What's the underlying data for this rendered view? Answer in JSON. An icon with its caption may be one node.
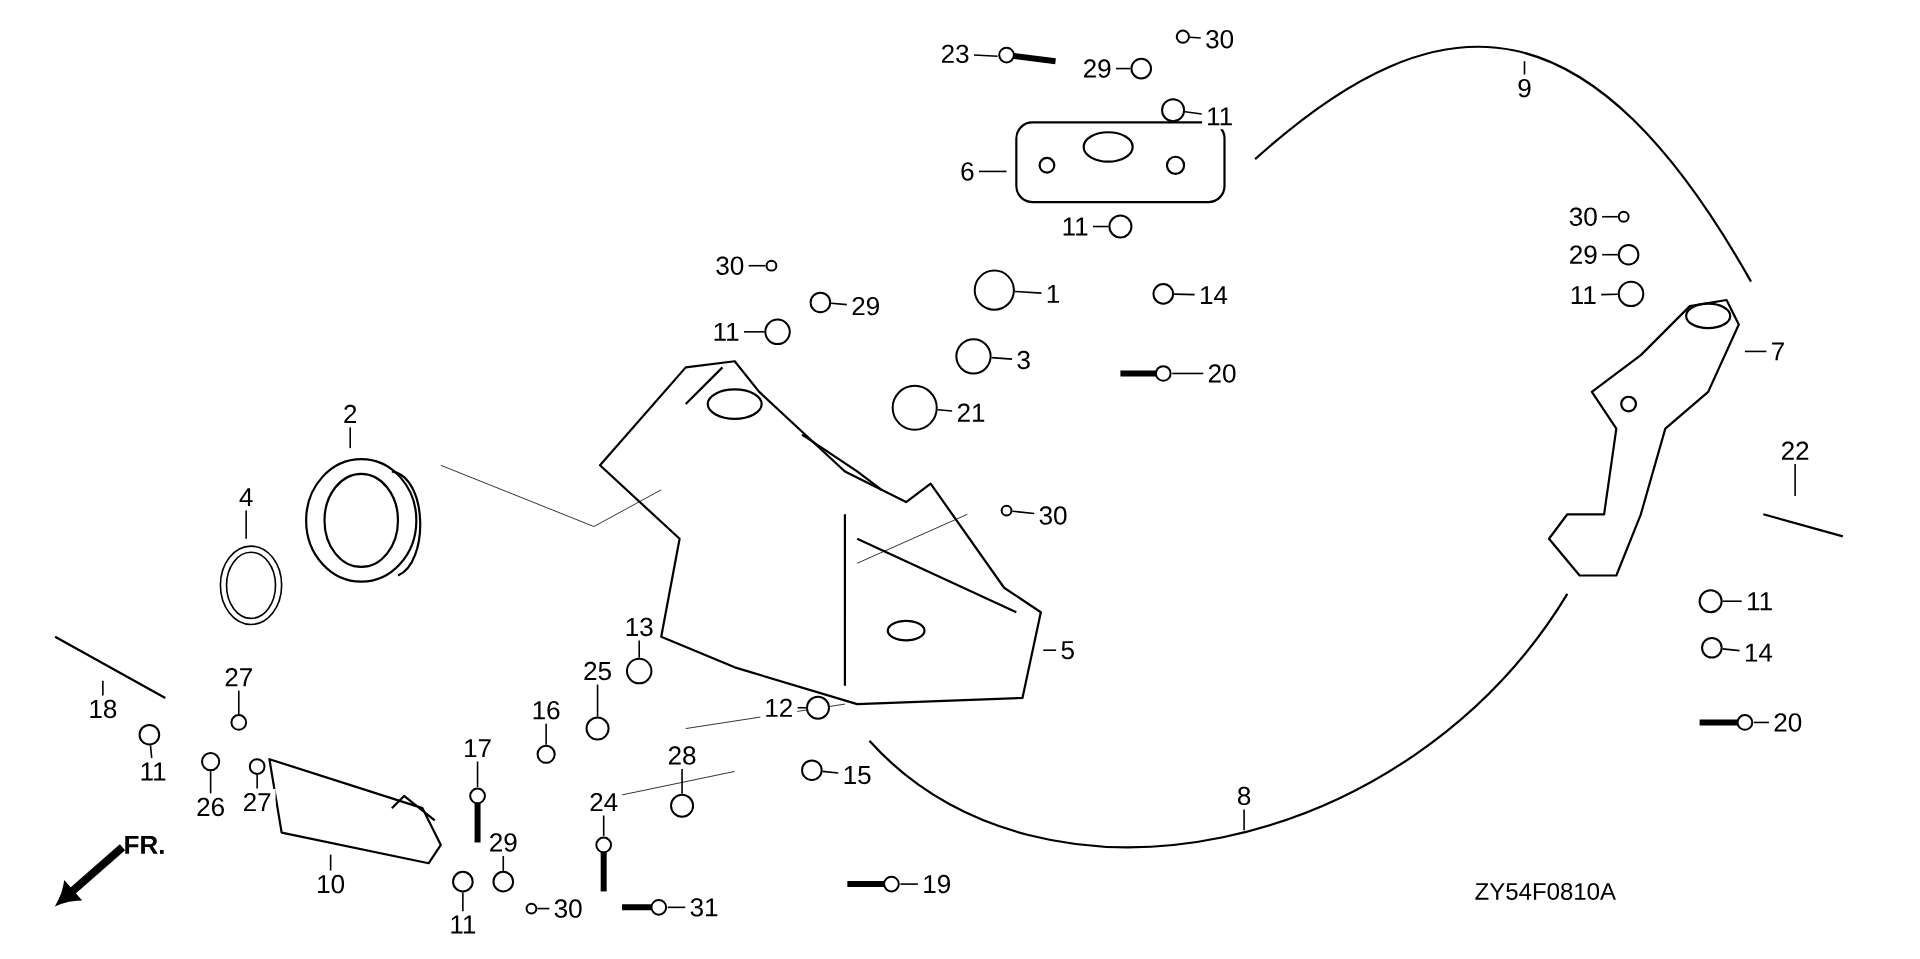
{
  "diagram": {
    "nodes": [
      {
        "text": [
          "23"
        ]
      },
      {
        "text": [
          "29"
        ]
      },
      {
        "text": [
          "30"
        ]
      },
      {
        "text": [
          "11"
        ]
      },
      {
        "text": [
          "9"
        ]
      },
      {
        "text": [
          "6"
        ]
      },
      {
        "text": [
          "11"
        ]
      },
      {
        "text": [
          "14"
        ]
      },
      {
        "text": [
          "1"
        ]
      },
      {
        "text": [
          "3"
        ]
      },
      {
        "text": [
          "20"
        ]
      },
      {
        "text": [
          "21"
        ]
      },
      {
        "text": [
          "30"
        ]
      },
      {
        "text": [
          "29"
        ]
      },
      {
        "text": [
          "11"
        ]
      },
      {
        "text": [
          "2"
        ]
      },
      {
        "text": [
          "4"
        ]
      },
      {
        "text": [
          "30"
        ]
      },
      {
        "text": [
          "30"
        ]
      },
      {
        "text": [
          "29"
        ]
      },
      {
        "text": [
          "11"
        ]
      },
      {
        "text": [
          "7"
        ]
      },
      {
        "text": [
          "22"
        ]
      },
      {
        "text": [
          "11"
        ]
      },
      {
        "text": [
          "14"
        ]
      },
      {
        "text": [
          "20"
        ]
      },
      {
        "text": [
          "5"
        ]
      },
      {
        "text": [
          "13"
        ]
      },
      {
        "text": [
          "12"
        ]
      },
      {
        "text": [
          "25"
        ]
      },
      {
        "text": [
          "16"
        ]
      },
      {
        "text": [
          "18"
        ]
      },
      {
        "text": [
          "27"
        ]
      },
      {
        "text": [
          "11"
        ]
      },
      {
        "text": [
          "26"
        ]
      },
      {
        "text": [
          "27"
        ]
      },
      {
        "text": [
          "17"
        ]
      },
      {
        "text": [
          "28"
        ]
      },
      {
        "text": [
          "15"
        ]
      },
      {
        "text": [
          "24"
        ]
      },
      {
        "text": [
          "8"
        ]
      },
      {
        "text": [
          "10"
        ]
      },
      {
        "text": [
          "29"
        ]
      },
      {
        "text": [
          "19"
        ]
      },
      {
        "text": [
          "11"
        ]
      },
      {
        "text": [
          "30"
        ]
      },
      {
        "text": [
          "31"
        ]
      },
      {
        "text": [],
        "shape": "circle"
      },
      {
        "text": [],
        "shape": "circle"
      },
      {
        "text": [],
        "shape": "circle"
      },
      {
        "text": [],
        "shape": "circle"
      },
      {
        "text": [],
        "shape": "circle"
      },
      {
        "text": [],
        "shape": "picture"
      },
      {
        "text": [],
        "shape": "circle"
      },
      {
        "text": [],
        "shape": "circle"
      },
      {
        "text": [],
        "shape": "circle"
      },
      {
        "text": [],
        "shape": "circle"
      },
      {
        "text": [],
        "shape": "picture"
      },
      {
        "text": [],
        "shape": "picture"
      },
      {
        "text": [],
        "shape": "circle"
      },
      {
        "text": [],
        "shape": "circle"
      },
      {
        "text": [],
        "shape": "circle"
      },
      {
        "text": [],
        "shape": "circle"
      },
      {
        "text": [],
        "shape": "circle"
      },
      {
        "text": [],
        "shape": "circle"
      },
      {
        "text": [],
        "shape": "circle"
      },
      {
        "text": [],
        "shape": "picture"
      },
      {
        "text": [],
        "shape": "circle"
      },
      {
        "text": [],
        "shape": "circle"
      },
      {
        "text": [],
        "shape": "circle"
      },
      {
        "text": [],
        "shape": "circle"
      },
      {
        "text": [],
        "shape": "picture"
      },
      {
        "text": [],
        "shape": "circle"
      },
      {
        "text": [],
        "shape": "circle"
      },
      {
        "text": [],
        "shape": "picture"
      },
      {
        "text": [],
        "shape": "circle"
      },
      {
        "text": [],
        "shape": "circle"
      },
      {
        "text": [],
        "shape": "circle"
      },
      {
        "text": [],
        "shape": "circle"
      },
      {
        "text": [],
        "shape": "circle"
      },
      {
        "text": [],
        "shape": "circle"
      },
      {
        "text": [],
        "shape": "circle"
      },
      {
        "text": [],
        "shape": "circle"
      },
      {
        "text": [],
        "shape": "picture"
      }
    ],
    "edges": [
      {
        "from": 0,
        "to": 71,
        "arrow": "none"
      },
      {
        "from": 1,
        "to": 73,
        "arrow": "none"
      },
      {
        "from": 2,
        "to": 77,
        "arrow": "none"
      },
      {
        "from": 3,
        "to": 76,
        "arrow": "none"
      },
      {
        "from": 4,
        "to": null,
        "arrow": "none"
      },
      {
        "from": 5,
        "to": null,
        "arrow": "none"
      },
      {
        "from": 6,
        "to": 72,
        "arrow": "none"
      },
      {
        "from": 7,
        "to": 75,
        "arrow": "none"
      },
      {
        "from": 8,
        "to": 69,
        "arrow": "none"
      },
      {
        "from": 9,
        "to": 68,
        "arrow": "none"
      },
      {
        "from": 10,
        "to": 74,
        "arrow": "none"
      },
      {
        "from": 11,
        "to": 67,
        "arrow": "none"
      },
      {
        "from": 12,
        "to": 61,
        "arrow": "none"
      },
      {
        "from": 13,
        "to": 65,
        "arrow": "none"
      },
      {
        "from": 14,
        "to": 62,
        "arrow": "none"
      },
      {
        "from": 15,
        "to": null,
        "arrow": "none"
      },
      {
        "from": 16,
        "to": null,
        "arrow": "none"
      },
      {
        "from": 17,
        "to": 70,
        "arrow": "none"
      },
      {
        "from": 18,
        "to": 78,
        "arrow": "none"
      },
      {
        "from": 19,
        "to": 79,
        "arrow": "none"
      },
      {
        "from": 20,
        "to": 80,
        "arrow": "none"
      },
      {
        "from": 21,
        "to": null,
        "arrow": "none"
      },
      {
        "from": 22,
        "to": null,
        "arrow": "none"
      },
      {
        "from": 23,
        "to": 81,
        "arrow": "none"
      },
      {
        "from": 24,
        "to": 82,
        "arrow": "none"
      },
      {
        "from": 25,
        "to": 83,
        "arrow": "none"
      },
      {
        "from": 26,
        "to": null,
        "arrow": "none"
      },
      {
        "from": 27,
        "to": 59,
        "arrow": "none"
      },
      {
        "from": 28,
        "to": 64,
        "arrow": "none"
      },
      {
        "from": 29,
        "to": 56,
        "arrow": "none"
      },
      {
        "from": 30,
        "to": 55,
        "arrow": "none"
      },
      {
        "from": 31,
        "to": null,
        "arrow": "none"
      },
      {
        "from": 32,
        "to": 49,
        "arrow": "none"
      },
      {
        "from": 33,
        "to": 47,
        "arrow": "none"
      },
      {
        "from": 34,
        "to": 48,
        "arrow": "none"
      },
      {
        "from": 35,
        "to": 50,
        "arrow": "none"
      },
      {
        "from": 36,
        "to": 52,
        "arrow": "none"
      },
      {
        "from": 37,
        "to": 60,
        "arrow": "none"
      },
      {
        "from": 38,
        "to": 63,
        "arrow": "none"
      },
      {
        "from": 39,
        "to": 57,
        "arrow": "none"
      },
      {
        "from": 40,
        "to": null,
        "arrow": "none"
      },
      {
        "from": 41,
        "to": null,
        "arrow": "none"
      },
      {
        "from": 42,
        "to": 53,
        "arrow": "none"
      },
      {
        "from": 43,
        "to": 66,
        "arrow": "none"
      },
      {
        "from": 44,
        "to": 51,
        "arrow": "none"
      },
      {
        "from": 45,
        "to": 54,
        "arrow": "none"
      },
      {
        "from": 46,
        "to": 58,
        "arrow": "none"
      }
    ],
    "labels": [
      "FR.",
      "ZY54F0810A"
    ]
  }
}
